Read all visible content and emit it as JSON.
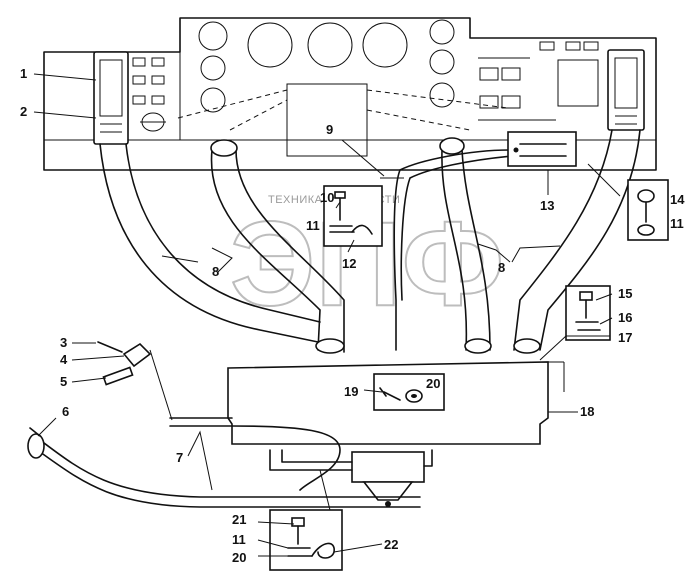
{
  "watermark": {
    "text_small": "ТЕХНИКА И ЗАПЧАСТИ",
    "logo_letters": "ЭПФ"
  },
  "callouts": [
    {
      "id": "c1",
      "label": "1"
    },
    {
      "id": "c2",
      "label": "2"
    },
    {
      "id": "c3",
      "label": "3"
    },
    {
      "id": "c4",
      "label": "4"
    },
    {
      "id": "c5",
      "label": "5"
    },
    {
      "id": "c6",
      "label": "6"
    },
    {
      "id": "c7",
      "label": "7"
    },
    {
      "id": "c8a",
      "label": "8"
    },
    {
      "id": "c8b",
      "label": "8"
    },
    {
      "id": "c9",
      "label": "9"
    },
    {
      "id": "c10",
      "label": "10"
    },
    {
      "id": "c11a",
      "label": "11"
    },
    {
      "id": "c12",
      "label": "12"
    },
    {
      "id": "c13",
      "label": "13"
    },
    {
      "id": "c14",
      "label": "14"
    },
    {
      "id": "c11b",
      "label": "11"
    },
    {
      "id": "c15",
      "label": "15"
    },
    {
      "id": "c16",
      "label": "16"
    },
    {
      "id": "c17",
      "label": "17"
    },
    {
      "id": "c18",
      "label": "18"
    },
    {
      "id": "c19",
      "label": "19"
    },
    {
      "id": "c20a",
      "label": "20"
    },
    {
      "id": "c21",
      "label": "21"
    },
    {
      "id": "c11c",
      "label": "11"
    },
    {
      "id": "c20b",
      "label": "20"
    },
    {
      "id": "c22",
      "label": "22"
    }
  ]
}
